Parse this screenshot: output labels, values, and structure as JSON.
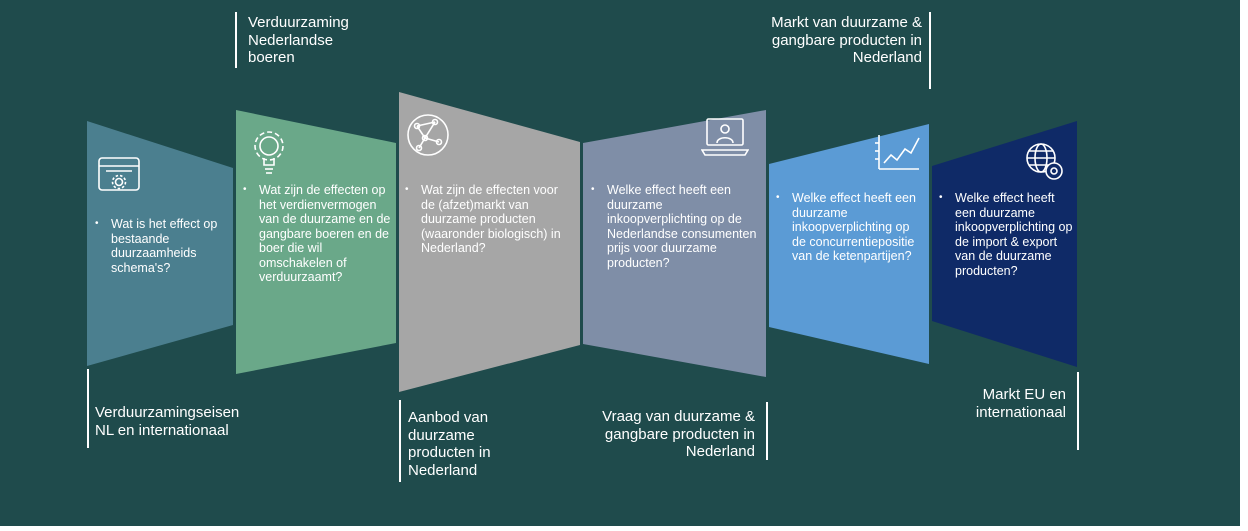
{
  "colors": {
    "background": "#1f4b4c",
    "panel_1": "#4b7f8f",
    "panel_2": "#6aa889",
    "panel_3": "#a6a6a6",
    "panel_4": "#7f8ea7",
    "panel_5": "#5b9bd5",
    "panel_6": "#0f2a67"
  },
  "panels": [
    {
      "icon": "browser-settings-icon",
      "bullet": "•",
      "text": "Wat is het effect op bestaande duurzaamheids schema's?"
    },
    {
      "icon": "lightbulb-gear-icon",
      "bullet": "•",
      "text": "Wat zijn de effecten op het verdienvermogen van de duurzame en de gangbare boeren en de boer die wil omschakelen of verduurzaamt?"
    },
    {
      "icon": "network-globe-icon",
      "bullet": "•",
      "text": "Wat zijn de effecten voor de (afzet)markt van duurzame producten (waaronder biologisch) in Nederland?"
    },
    {
      "icon": "laptop-user-icon",
      "bullet": "•",
      "text": "Welke effect heeft een duurzame inkoopverplichting op de Nederlandse consumenten prijs voor duurzame producten?"
    },
    {
      "icon": "line-chart-icon",
      "bullet": "•",
      "text": "Welke effect heeft een duurzame inkoopverplichting op de concurrentiepositie van de ketenpartijen?"
    },
    {
      "icon": "globe-settings-icon",
      "bullet": "•",
      "text": "Welke effect heeft een duurzame inkoopverplichting op de import & export van de duurzame producten?"
    }
  ],
  "labels": {
    "top_1": "Verduurzaming\nNederlandse\nboeren",
    "top_2": "Markt van duurzame &\ngangbare producten in\nNederland",
    "bottom_1": "Verduurzamingseisen\nNL en internationaal",
    "bottom_2": "Aanbod van\nduurzame\nproducten in\nNederland",
    "bottom_3": "Vraag van duurzame &\ngangbare producten in\nNederland",
    "bottom_4": "Markt EU en\ninternationaal"
  }
}
